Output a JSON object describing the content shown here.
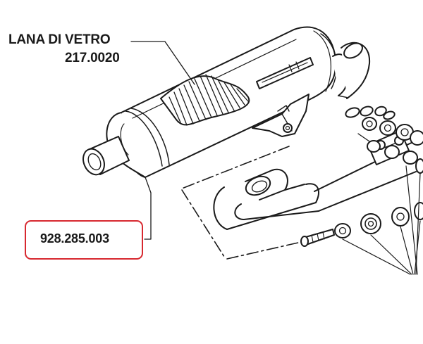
{
  "callouts": {
    "glass_wool": {
      "name": "LANA DI VETRO",
      "code": "217.0020"
    },
    "muffler": {
      "code": "928.285.003"
    }
  },
  "colors": {
    "line": "#1a1a1a",
    "highlight_box": "#d7282f",
    "background": "#ffffff"
  }
}
